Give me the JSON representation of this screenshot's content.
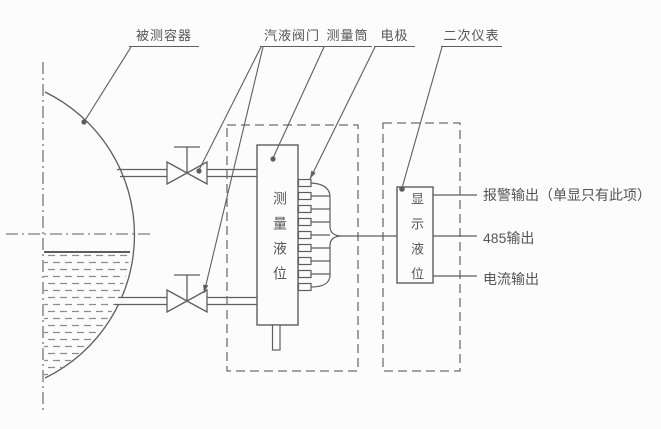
{
  "labels": {
    "vessel": "被测容器",
    "valves": "汽液阀门",
    "cylinder": "测量筒",
    "electrode": "电极",
    "secondary_instrument": "二次仪表"
  },
  "measuring_cylinder": {
    "vertical_text": "测量液位"
  },
  "display_unit": {
    "vertical_text": "显示液位"
  },
  "electrodes": {
    "count": 9
  },
  "outputs": [
    {
      "label": "报警输出（单显只有此项）"
    },
    {
      "label": "485输出"
    },
    {
      "label": "电流输出"
    }
  ],
  "colors": {
    "background": "#fcfcfc",
    "line": "#5e5e5e",
    "dashed": "#6e6e6e",
    "hatch": "#8c8c8c",
    "text": "#555555"
  }
}
